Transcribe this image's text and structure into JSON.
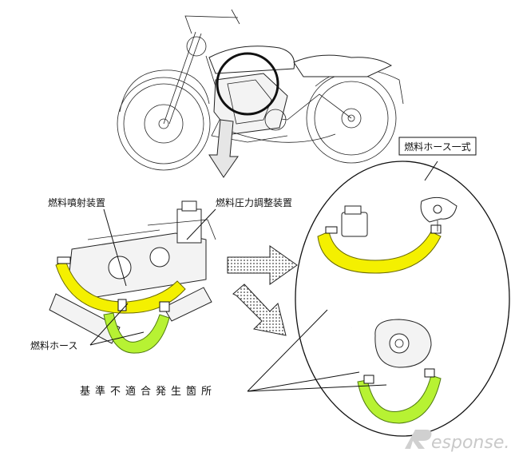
{
  "labels": {
    "fuel_hose_assembly": "燃料ホース一式",
    "fuel_injection_device": "燃料噴射装置",
    "fuel_pressure_regulator": "燃料圧力調整装置",
    "fuel_hose": "燃料ホース",
    "nonconformity_location": "基準不適合発生箇所"
  },
  "watermark": {
    "text": "esponse."
  },
  "colors": {
    "hose_yellow": "#f4f000",
    "hose_green": "#b7f233",
    "line": "#111111"
  }
}
